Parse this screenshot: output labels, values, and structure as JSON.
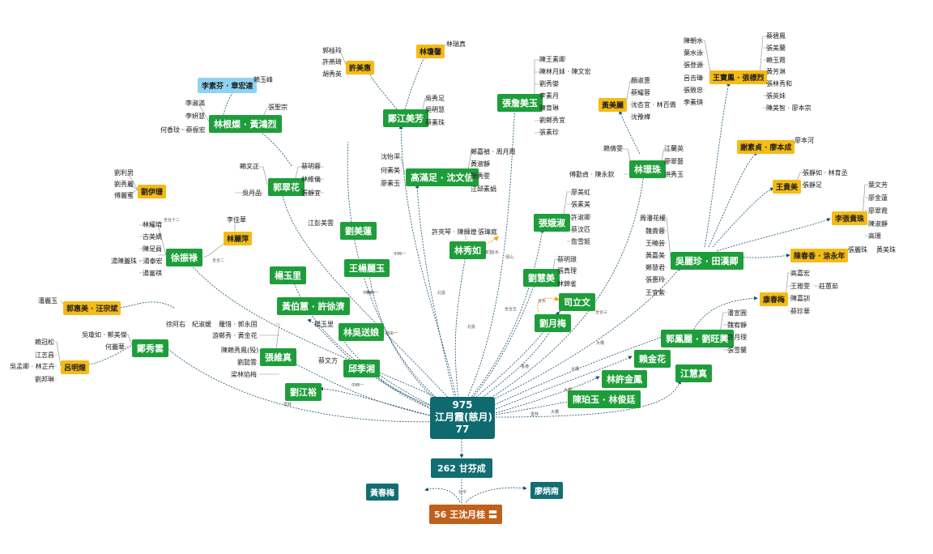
{
  "root": {
    "line1": "975",
    "line2": "江月霞(慈月)",
    "line3": "77"
  },
  "parent": {
    "label": "262 甘芬成"
  },
  "grandparent": {
    "label": "56 王沈月桂 〓"
  },
  "gp_side_left": "黃春梅",
  "gp_side_right": "廖炳南",
  "branches": {
    "liu_yi_xiang": {
      "label": "劉伊珊",
      "children": [
        "劉利男",
        "劉秀麗",
        "傅麗蜜"
      ]
    },
    "xu_zhen_lu": {
      "label": "徐振祿",
      "children": [
        "林耀堉",
        "古美嬌",
        "陳足員",
        "湯陳麗珠 ‧ 湯泰宏",
        "湯富祺"
      ]
    },
    "lin_li_ping": {
      "label": "林麗萍",
      "child": "李佳華"
    },
    "guo_cui_hua": {
      "label": "郭翠花",
      "left": [
        "賴文正",
        "吳月品"
      ],
      "right": [
        "蔡明蓉",
        "林維儀",
        "張靜宜"
      ]
    },
    "lin_gen_huang": {
      "label": "林根燦 ‧ 黃鴻烈",
      "children": [
        "李淑滿",
        "李妍慧",
        "何香玟 ‧ 蔡振宏"
      ],
      "right": "張聖宗"
    },
    "li_su_fen": {
      "label": "李素芬 ‧ 章宏達",
      "child": "賴玉峰"
    },
    "xu_mei_hui": {
      "label": "許美惠",
      "children": [
        "郭桂玲",
        "許燕琦",
        "胡秀英"
      ]
    },
    "lin_qiong_xiang": {
      "label": "林瓊馨",
      "child": "林瑞真"
    },
    "zheng_jiang": {
      "label": "鄭江美芳",
      "children": [
        "吳秀足",
        "吳明慧",
        "蔡素珠"
      ]
    },
    "gao_man": {
      "label": "高滿足 ‧ 沈文信",
      "left": [
        "沈怡潔",
        "何素美",
        "廖素玉"
      ],
      "right": [
        "鄭嘉禎 ‧ 周月霞",
        "黃淑靜",
        "顏秀雯",
        "江邱素娟"
      ]
    },
    "zhang_jin": {
      "label": "張詹美玉",
      "children": [
        "陳王素卿",
        "陳林月妹 ‧ 陳文宏",
        "劉秀鑾",
        "李素月",
        "陳育琳",
        "劉鄭秀宜",
        "張素珍"
      ]
    },
    "huang_mei_li": {
      "label": "黃美麗",
      "children": [
        "顏淑惠",
        "蔡耀蓉",
        "沈杏宜 ‧ 林百僑",
        "沈豫樺"
      ]
    },
    "wang_bao": {
      "label": "王寶鳳 ‧ 張標烈",
      "left": [
        "陳朝水",
        "葉水泳",
        "張登源",
        "呂吉瑋",
        "張致忠",
        "李素琪"
      ],
      "right": [
        "蔡碧鳳",
        "張美蘭",
        "賴玉霞",
        "黃芳淋",
        "張林秀和",
        "張英妹",
        "陳美智 ‧ 廖本宗"
      ]
    },
    "lin_jing_hua": {
      "label": "林璟珠",
      "left": [
        "賴倩雯",
        "傅勤貞 ‧ 陳永欽"
      ],
      "right": [
        "江蘭英",
        "廖翠藝",
        "洪秀玉"
      ]
    },
    "xie_su_zhen": {
      "label": "謝素貞 ‧ 廖本成",
      "child": "廖本河"
    },
    "wang_gui_mei": {
      "label": "王貴美",
      "children": [
        "張靜如 ‧ 林育丞",
        "張靜足"
      ]
    },
    "li_zhang": {
      "label": "李張貴珠",
      "children": [
        "葉文芳",
        "廖金蓮",
        "廖翠霞",
        "陳淑靜",
        "高珊"
      ]
    },
    "chen_chun": {
      "label": "陳春香 ‧ 涂永年",
      "children": [
        "張麗珠",
        "黃美珠"
      ]
    },
    "wu_li_zhen": {
      "label": "吳麗珍 ‧ 田漢卿",
      "children": [
        "周潘花權",
        "魏貴蓉",
        "王曉芸",
        "黃嘉美",
        "鄭慧君",
        "張惠玲",
        "王宜紫"
      ]
    },
    "kang_chun": {
      "label": "康春梅",
      "children": [
        "高嘉宏",
        "王雅雯",
        "陳嘉訓",
        "蔡珍華"
      ],
      "extra": "莊蕙茹"
    },
    "guo_feng_li": {
      "label": "郭鳳麗 ‧ 劉旺興",
      "children": [
        "潘宣圓",
        "魏宥靜",
        "許月理",
        "張雪蘭"
      ]
    },
    "zhang_ya_shu": {
      "label": "張娥淑",
      "children": [
        "廖美虹",
        "張素美",
        "許淑卿",
        "蔡汶匹",
        "詹雪姬"
      ]
    },
    "lin_xiu_ru": {
      "label": "林秀如",
      "children": [
        "許夾琴 ‧ 陳輝煌",
        "張瑋庭"
      ]
    },
    "liu_hui_mei": {
      "label": "劉慧美",
      "children": [
        "蔡明璟",
        "張真理",
        "林錦雀"
      ]
    },
    "si_li_wen": {
      "label": "司立文"
    },
    "liu_yue_mei": {
      "label": "劉月梅"
    },
    "liu_mei_lian": {
      "label": "劉美蓮",
      "child": "江彭美雲"
    },
    "wang_yang": {
      "label": "王楊麗玉"
    },
    "yang_yu_li": {
      "label": "楊玉里"
    },
    "huang_bo_hui": {
      "label": "黃伯蕙 ‧ 許徐濟"
    },
    "lin_wu": {
      "label": "林吳送娘",
      "child": "楊玉里"
    },
    "zhang_wei_zhen": {
      "label": "張維真"
    },
    "qiu_ji_xiang": {
      "label": "邱季湘",
      "child": "蔡文方"
    },
    "liu_jiang": {
      "label": "劉江裕"
    },
    "middle_group": [
      "徐阿右",
      "紀淑媛",
      "羅惜 ‧ 郭永固",
      "游鄭秀 ‧ 黃金花",
      "陳賴秀鳳(殁)",
      "劉懿雲",
      "梁林焰梅"
    ],
    "zheng_xiu_yun": {
      "label": "鄭秀雲",
      "children": [
        "吳瓊如 ‧ 鄭美傑",
        "何麗華"
      ]
    },
    "guo_hui_mei": {
      "label": "郭惠美 ‧ 汪宗斌",
      "child": "潘麗玉"
    },
    "lu_ming_huang": {
      "label": "呂明煌",
      "children": [
        "賴冠松",
        "江志昌",
        "吳孟卿 ‧ 林芷卉",
        "劉邦琳"
      ]
    },
    "lai_jin_hua": {
      "label": "賴金花"
    },
    "lin_xu_jin": {
      "label": "林許金鳳"
    },
    "chen_yu_yu": {
      "label": "陳珀玉 ‧ 林俊廷"
    },
    "jiang_hui_zhen": {
      "label": "江慧真"
    }
  },
  "edge_labels": [
    "全合十二",
    "全合二",
    "中西一",
    "中西一",
    "中西一",
    "合水",
    "徑山",
    "全合五",
    "合水",
    "全合三",
    "大橋",
    "大橋",
    "大橋",
    "大橋",
    "中西一",
    "北投",
    "北投",
    "香港",
    "雲林",
    "雲林",
    "台中",
    "自由一",
    "養生"
  ],
  "colors": {
    "green": "#1e9e3a",
    "yellow": "#f5bb16",
    "blue": "#8fd3f3",
    "root": "#0e6a6e",
    "orange": "#c0601a",
    "edge": "#1a4f6e",
    "text_edge": "#8a8a8a"
  }
}
